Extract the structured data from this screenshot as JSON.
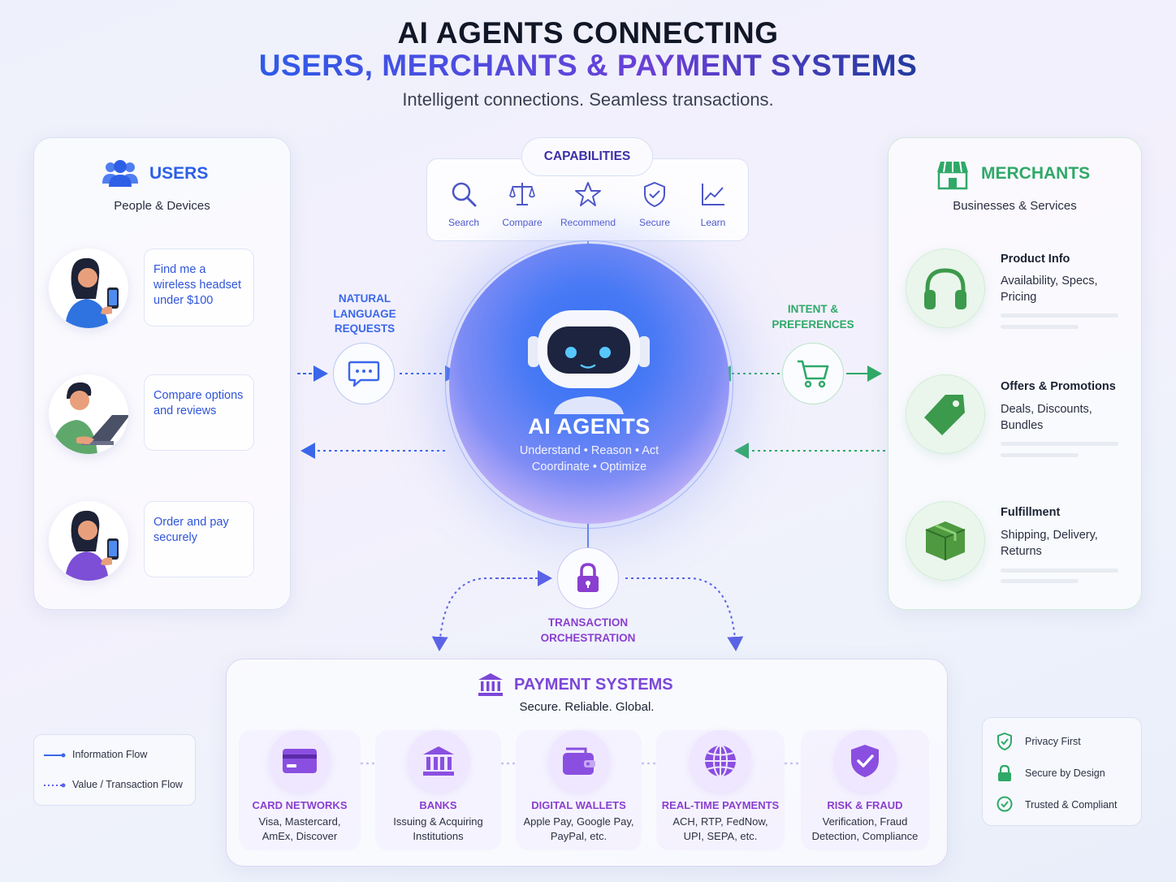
{
  "header": {
    "title_line1": "AI AGENTS CONNECTING",
    "title_line2": "USERS, MERCHANTS & PAYMENT SYSTEMS",
    "subtitle": "Intelligent connections. Seamless transactions."
  },
  "users": {
    "title": "USERS",
    "subtitle": "People & Devices",
    "icon": "users-icon",
    "items": [
      {
        "text": "Find me a wireless headset under $100",
        "icon": "woman-with-phone"
      },
      {
        "text": "Compare options and reviews",
        "icon": "man-with-laptop"
      },
      {
        "text": "Order and pay securely",
        "icon": "woman-with-phone"
      }
    ]
  },
  "capabilities": {
    "title": "CAPABILITIES",
    "items": [
      {
        "label": "Search",
        "icon": "search-icon"
      },
      {
        "label": "Compare",
        "icon": "scale-icon"
      },
      {
        "label": "Recommend",
        "icon": "star-icon"
      },
      {
        "label": "Secure",
        "icon": "shield-icon"
      },
      {
        "label": "Learn",
        "icon": "line-chart-icon"
      }
    ]
  },
  "agents": {
    "title": "AI AGENTS",
    "line1": "Understand • Reason • Act",
    "line2": "Coordinate • Optimize"
  },
  "flows": {
    "natural_language": [
      "NATURAL",
      "LANGUAGE",
      "REQUESTS"
    ],
    "intent": [
      "INTENT &",
      "PREFERENCES"
    ],
    "transaction": [
      "TRANSACTION",
      "ORCHESTRATION"
    ]
  },
  "merchants": {
    "title": "MERCHANTS",
    "subtitle": "Businesses & Services",
    "icon": "storefront-icon",
    "items": [
      {
        "title": "Product Info",
        "desc": "Availability, Specs, Pricing",
        "icon": "headphones-icon"
      },
      {
        "title": "Offers & Promotions",
        "desc": "Deals, Discounts, Bundles",
        "icon": "price-tag-icon"
      },
      {
        "title": "Fulfillment",
        "desc": "Shipping, Delivery, Returns",
        "icon": "package-icon"
      }
    ]
  },
  "payments": {
    "title": "PAYMENT SYSTEMS",
    "subtitle": "Secure. Reliable. Global.",
    "items": [
      {
        "title": "CARD NETWORKS",
        "desc1": "Visa, Mastercard,",
        "desc2": "AmEx, Discover",
        "icon": "credit-card-icon"
      },
      {
        "title": "BANKS",
        "desc1": "Issuing & Acquiring",
        "desc2": "Institutions",
        "icon": "bank-icon"
      },
      {
        "title": "DIGITAL WALLETS",
        "desc1": "Apple Pay, Google Pay,",
        "desc2": "PayPal, etc.",
        "icon": "wallet-icon"
      },
      {
        "title": "REAL-TIME PAYMENTS",
        "desc1": "ACH, RTP, FedNow,",
        "desc2": "UPI, SEPA, etc.",
        "icon": "globe-icon"
      },
      {
        "title": "RISK & FRAUD",
        "desc1": "Verification, Fraud",
        "desc2": "Detection, Compliance",
        "icon": "shield-check-icon"
      }
    ]
  },
  "legend": {
    "info": "Information Flow",
    "value": "Value / Transaction Flow"
  },
  "trust": [
    {
      "label": "Privacy First",
      "icon": "shield-check-icon"
    },
    {
      "label": "Secure by Design",
      "icon": "lock-icon"
    },
    {
      "label": "Trusted & Compliant",
      "icon": "check-circle-icon"
    }
  ],
  "colors": {
    "blue": "#2f5be8",
    "purple": "#8a3fd0",
    "green": "#2fa968",
    "navy": "#111726"
  }
}
